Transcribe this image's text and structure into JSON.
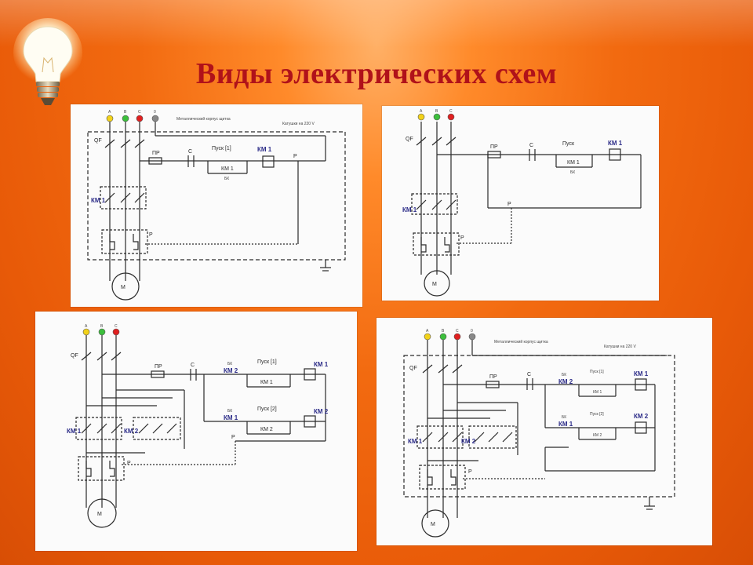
{
  "slide": {
    "title": "Виды электрических схем"
  },
  "phase_labels": [
    "A",
    "B",
    "C",
    "0"
  ],
  "labels": {
    "qf": "QF",
    "pr": "ПР",
    "stop": "С",
    "km1": "КМ 1",
    "km2": "КМ 2",
    "m": "М",
    "p": "Р",
    "bk": "БК",
    "case_label": "Металлический корпус щитка",
    "coil_label": "Катушки на 220 V",
    "start": "Пуск",
    "start1": "Пуск [1]",
    "start2": "Пуск [2]",
    "start1_alt": "Пуск [1]",
    "start2_alt": "Пуск [2]"
  },
  "colors": {
    "title": "#b0121a",
    "phase_a": "#f2d21a",
    "phase_b": "#3cbf3c",
    "phase_c": "#e02020",
    "phase_0": "#888888",
    "km_label": "#2c2c88"
  }
}
